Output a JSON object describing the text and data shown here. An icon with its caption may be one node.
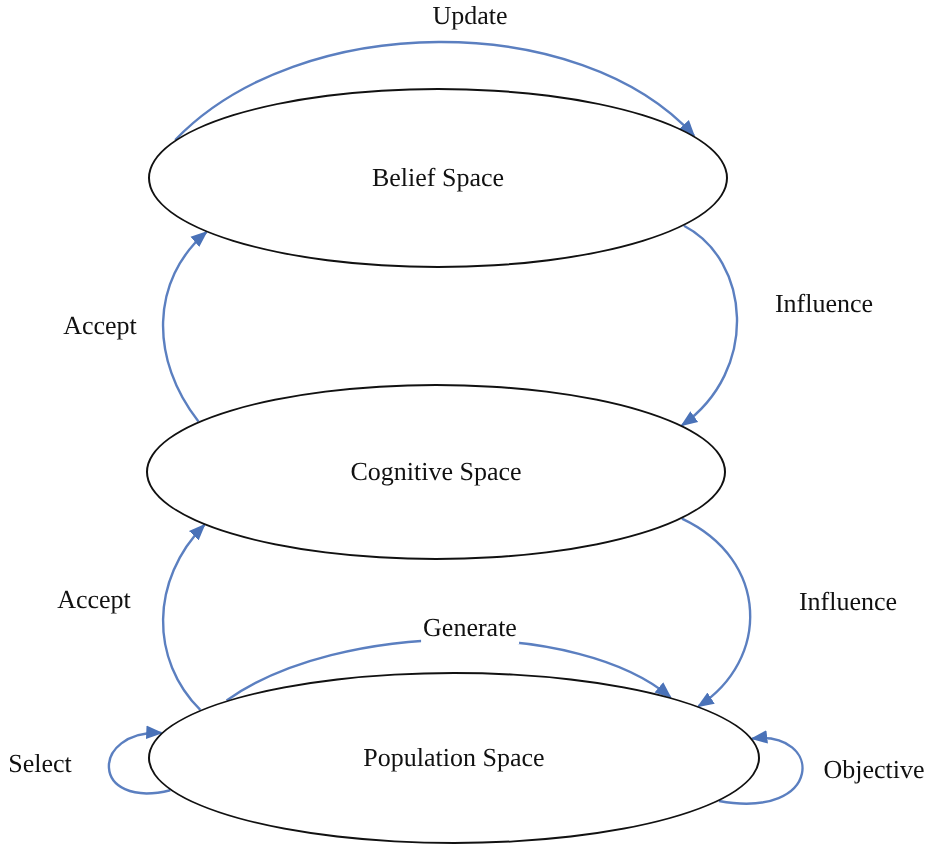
{
  "diagram": {
    "nodes": [
      {
        "text": [
          "Belief Space"
        ]
      },
      {
        "text": [
          "Cognitive Space"
        ]
      },
      {
        "text": [
          "Population Space"
        ]
      }
    ],
    "edges": [
      {
        "from": 0,
        "to": 0,
        "arrow": "to",
        "label": "Update"
      },
      {
        "from": 0,
        "to": 1,
        "arrow": "to",
        "label": "Influence"
      },
      {
        "from": 1,
        "to": 0,
        "arrow": "to",
        "label": "Accept"
      },
      {
        "from": 1,
        "to": 2,
        "arrow": "to",
        "label": "Influence"
      },
      {
        "from": 2,
        "to": 1,
        "arrow": "to",
        "label": "Accept"
      },
      {
        "from": 2,
        "to": 2,
        "arrow": "to",
        "label": "Generate"
      },
      {
        "from": 2,
        "to": 2,
        "arrow": "to",
        "label": "Select"
      },
      {
        "from": 2,
        "to": 2,
        "arrow": "to",
        "label": "Objective"
      }
    ]
  }
}
